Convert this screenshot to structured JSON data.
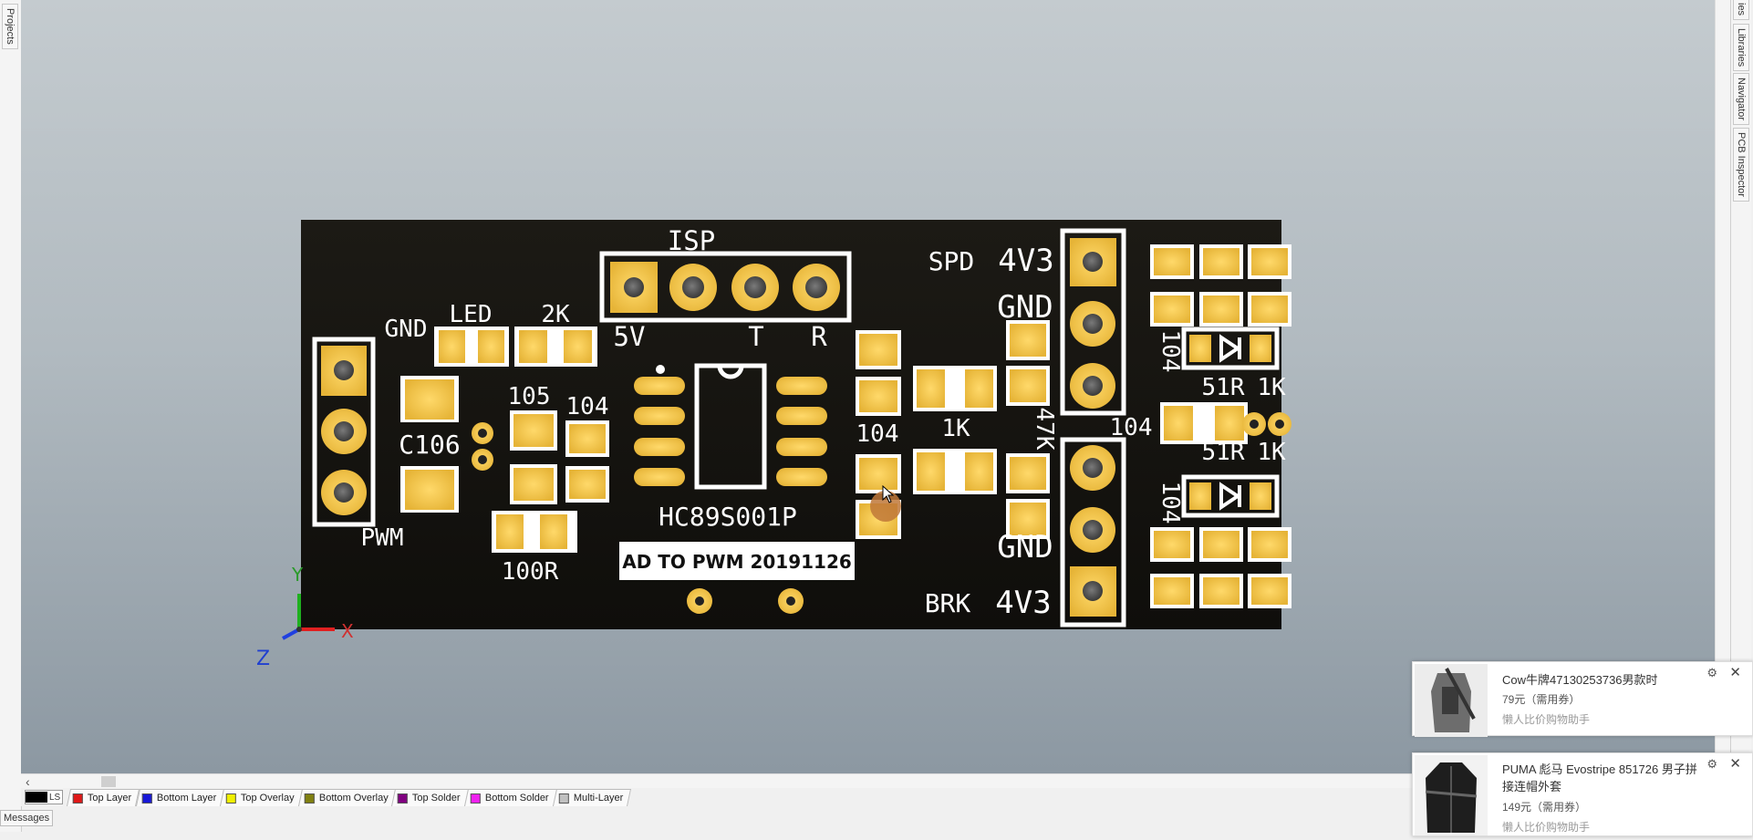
{
  "side_tabs": {
    "projects": "Projects",
    "top_right": "ies",
    "libraries": "Libraries",
    "navigator": "Navigator",
    "pcb_inspector": "PCB Inspector"
  },
  "layer_bar": {
    "ls_label": "LS",
    "layers": [
      {
        "name": "Top Layer",
        "color": "#e01818"
      },
      {
        "name": "Bottom Layer",
        "color": "#1818d8"
      },
      {
        "name": "Top Overlay",
        "color": "#f0f000"
      },
      {
        "name": "Bottom Overlay",
        "color": "#808010"
      },
      {
        "name": "Top Solder",
        "color": "#800080"
      },
      {
        "name": "Bottom Solder",
        "color": "#f020f0"
      },
      {
        "name": "Multi-Layer",
        "color": "#c0c0c0"
      }
    ]
  },
  "messages_tab": "Messages",
  "pcb": {
    "labels": {
      "isp": "ISP",
      "five_v": "5V",
      "t": "T",
      "r": "R",
      "gnd_left": "GND",
      "led": "LED",
      "two_k": "2K",
      "c105": "105",
      "c104_left": "104",
      "c106": "C106",
      "pwm": "PWM",
      "r100": "100R",
      "chip": "HC89S001P",
      "c104_mid": "104",
      "one_k": "1K",
      "r47k": "47K",
      "spd": "SPD",
      "spd_v": "4V3",
      "gnd_right_top": "GND",
      "gnd_right_bottom": "GND",
      "brk": "BRK",
      "brk_v": "4V3",
      "r104_right": "104",
      "c104_far_top": "104",
      "c104_far_bottom": "104",
      "r51r_top": "51R",
      "r1k_top": "1K",
      "r51r_bottom": "51R",
      "r1k_bottom": "1K",
      "date_label": "AD TO PWM 20191126"
    },
    "axis": {
      "x": "X",
      "y": "Y",
      "z": "Z"
    },
    "colors": {
      "board": "#161410",
      "pad": "#f2c447",
      "silk": "#ffffff"
    }
  },
  "notifications": [
    {
      "title": "Cow牛牌47130253736男款时",
      "price": "79元（需用券）",
      "source": "懒人比价购物助手"
    },
    {
      "title": "PUMA 彪马 Evostripe 851726 男子拼接连帽外套",
      "price": "149元（需用券）",
      "source": "懒人比价购物助手"
    }
  ]
}
